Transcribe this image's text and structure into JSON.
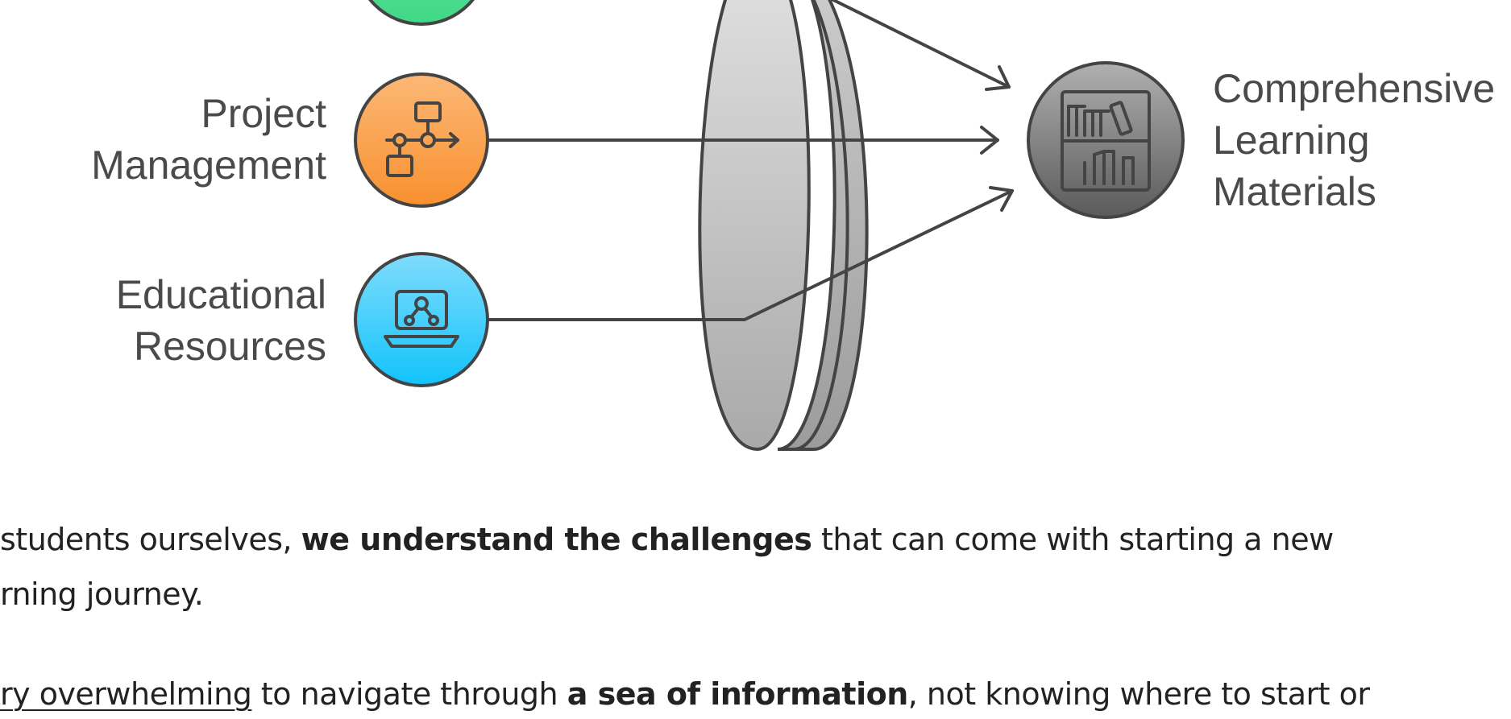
{
  "diagram": {
    "inputs": [
      {
        "label_line1": "Project",
        "label_line2": "Management",
        "icon": "flowchart-icon",
        "color": "#f7943a"
      },
      {
        "label_line1": "Educational",
        "label_line2": "Resources",
        "icon": "laptop-network-icon",
        "color": "#22c6f7"
      }
    ],
    "partial_input": {
      "icon": "circle-node",
      "color": "#4fdc91"
    },
    "lens": {
      "name": "focus-lens",
      "color": "#c2c2c2"
    },
    "output": {
      "label_line1": "Comprehensive",
      "label_line2": "Learning",
      "label_line3": "Materials",
      "icon": "bookshelf-icon",
      "color": "#7a7a7a"
    }
  },
  "text": {
    "p1_a": "students ourselves, ",
    "p1_bold": "we understand the challenges",
    "p1_b": " that can come with starting a new",
    "p1_line2": "rning journey.",
    "p2_underlined": "ry overwhelming",
    "p2_a": " to navigate through ",
    "p2_bold": "a sea of information",
    "p2_b": ", not knowing where to start or"
  }
}
